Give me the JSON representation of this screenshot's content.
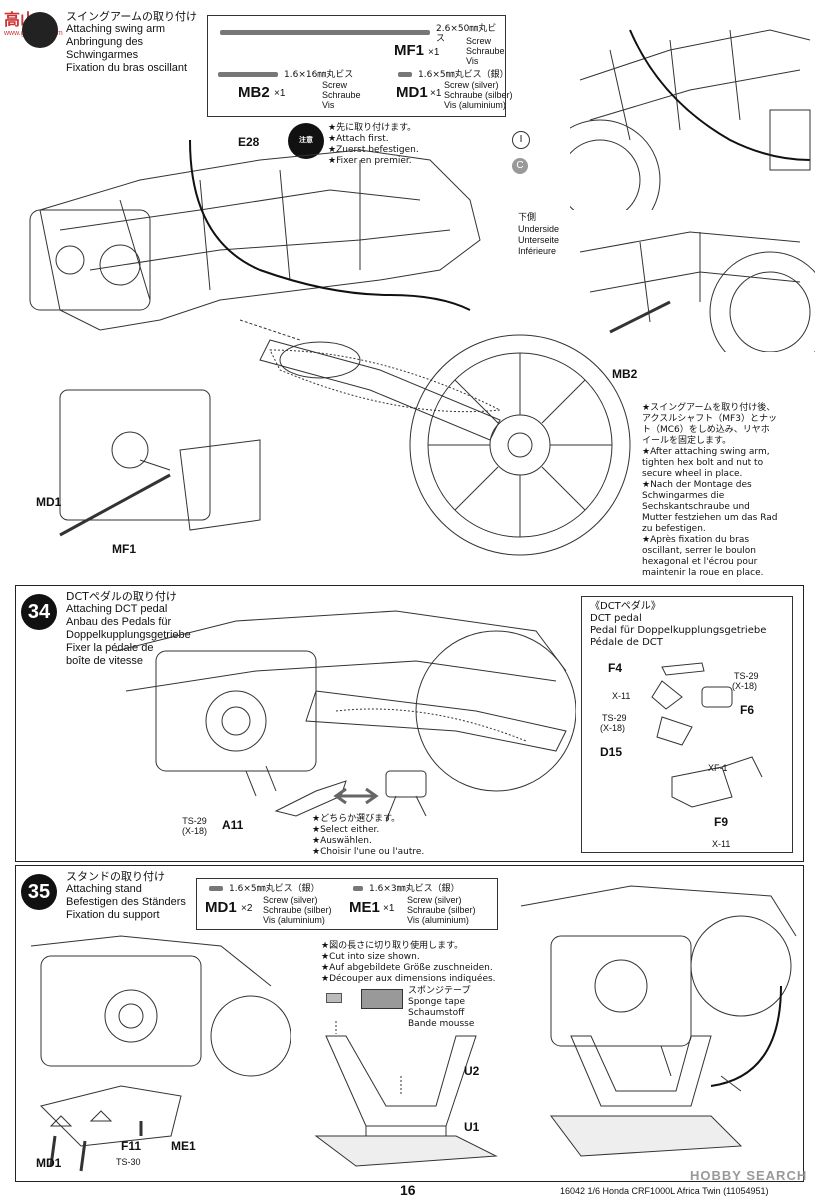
{
  "watermark_top": {
    "brand": "高山",
    "url": "www.gaoshan.com"
  },
  "step33": {
    "title": [
      "スイングアームの取り付け",
      "Attaching swing arm",
      "Anbringung des",
      "Schwingarmes",
      "Fixation du bras oscillant"
    ],
    "parts": [
      {
        "code": "MF1",
        "qty": "×1",
        "size": "2.6×50㎜丸ビス",
        "desc": [
          "Screw",
          "Schraube",
          "Vis"
        ]
      },
      {
        "code": "MB2",
        "qty": "×1",
        "size": "1.6×16㎜丸ビス",
        "desc": [
          "Screw",
          "Schraube",
          "Vis"
        ]
      },
      {
        "code": "MD1",
        "qty": "×1",
        "size": "1.6×5㎜丸ビス（銀）",
        "desc": [
          "Screw (silver)",
          "Schraube (silber)",
          "Vis (aluminium)"
        ]
      }
    ],
    "notice": {
      "badge": "注意 NOTICE",
      "lines": [
        "★先に取り付けます。",
        "★Attach first.",
        "★Zuerst befestigen.",
        "★Fixer en premier."
      ]
    },
    "underside": [
      "下側",
      "Underside",
      "Unterseite",
      "Inférieure"
    ],
    "callouts": [
      "E28",
      "MD1",
      "MF1",
      "MB2",
      "I",
      "C"
    ],
    "instruction": [
      "★スイングアームを取り付け後、",
      "アクスルシャフト（MF3）とナッ",
      "ト（MC6）をしめ込み、リヤホ",
      "イールを固定します。",
      "★After attaching swing arm,",
      "tighten hex bolt and nut to",
      "secure wheel in place.",
      "★Nach der Montage des",
      "Schwingarmes die",
      "Sechskantschraube und",
      "Mutter festziehen um das Rad",
      "zu befestigen.",
      "★Après fixation du bras",
      "oscillant, serrer le boulon",
      "hexagonal et l'écrou pour",
      "maintenir la roue en place."
    ]
  },
  "step34": {
    "number": "34",
    "title": [
      "DCTペダルの取り付け",
      "Attaching DCT pedal",
      "Anbau des Pedals für",
      "Doppelkupplungsgetriebe",
      "Fixer la pédale de",
      "boîte de vitesse"
    ],
    "select": [
      "★どちらか選びます。",
      "★Select either.",
      "★Auswählen.",
      "★Choisir l'une ou l'autre."
    ],
    "callouts": [
      "TS-29",
      "(X-18)",
      "A11"
    ],
    "detail": {
      "title": [
        "《DCTペダル》",
        "DCT pedal",
        "Pedal für Doppelkupplungsgetriebe",
        "Pédale de DCT"
      ],
      "labels": [
        "F4",
        "X-11",
        "TS-29",
        "(X-18)",
        "F6",
        "TS-29",
        "(X-18)",
        "D15",
        "XF-1",
        "F9",
        "X-11"
      ]
    }
  },
  "step35": {
    "number": "35",
    "title": [
      "スタンドの取り付け",
      "Attaching stand",
      "Befestigen des Ständers",
      "Fixation du support"
    ],
    "parts": [
      {
        "code": "MD1",
        "qty": "×2",
        "size": "1.6×5㎜丸ビス（銀）",
        "desc": [
          "Screw (silver)",
          "Schraube (silber)",
          "Vis (aluminium)"
        ]
      },
      {
        "code": "ME1",
        "qty": "×1",
        "size": "1.6×3㎜丸ビス（銀）",
        "desc": [
          "Screw (silver)",
          "Schraube (silber)",
          "Vis (aluminium)"
        ]
      }
    ],
    "cut": [
      "★図の長さに切り取り使用します。",
      "★Cut into size shown.",
      "★Auf abgebildete Größe zuschneiden.",
      "★Découper aux dimensions indiquées."
    ],
    "sponge": [
      "スポンジテープ",
      "Sponge tape",
      "Schaumstoff",
      "Bande mousse"
    ],
    "callouts": [
      "U2",
      "U1",
      "F11",
      "TS-30",
      "ME1",
      "MD1"
    ]
  },
  "footer": {
    "page": "16",
    "ref": "16042  1/6 Honda CRF1000L Africa Twin (11054951)",
    "watermark": "HOBBY SEARCH"
  }
}
